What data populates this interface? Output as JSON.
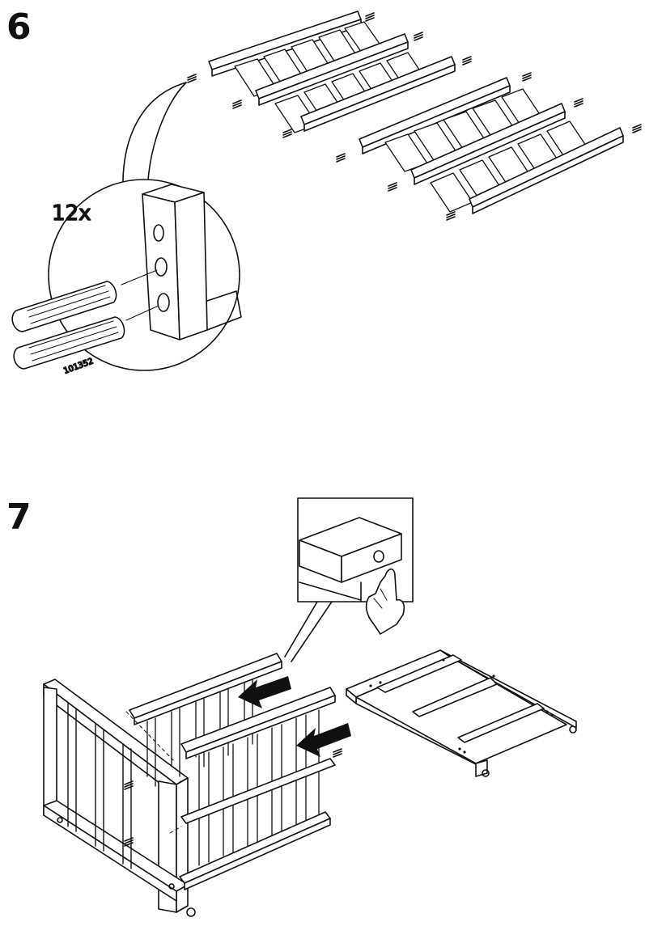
{
  "steps": [
    {
      "number": "6",
      "quantity_label": "12x",
      "part_number": "101352"
    },
    {
      "number": "7"
    }
  ],
  "icons": [
    "wooden-dowel-icon",
    "hand-press-icon",
    "push-arrow-icon"
  ]
}
